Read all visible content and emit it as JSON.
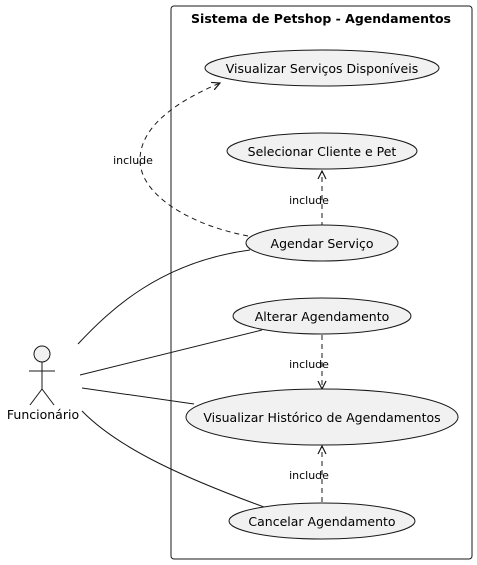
{
  "system": {
    "title": "Sistema de Petshop - Agendamentos"
  },
  "actor": {
    "name": "Funcionário"
  },
  "use_cases": {
    "visualizar_servicos": "Visualizar Serviços Disponíveis",
    "selecionar_cliente": "Selecionar Cliente e Pet",
    "agendar_servico": "Agendar Serviço",
    "alterar_agendamento": "Alterar Agendamento",
    "visualizar_historico": "Visualizar Histórico de Agendamentos",
    "cancelar_agendamento": "Cancelar Agendamento"
  },
  "relations": {
    "include_label": "include"
  },
  "colors": {
    "usecase_fill": "#f1f1f1",
    "line": "#181818"
  }
}
